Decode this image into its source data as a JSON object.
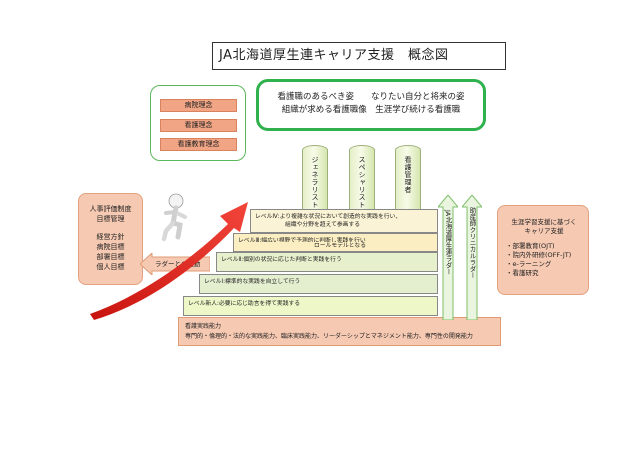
{
  "title": "JA北海道厚生連キャリア支援　概念図",
  "philosophies": [
    "病院理念",
    "看護理念",
    "看護教育理念"
  ],
  "vision": {
    "line1": "看護職のあるべき姿　　なりたい自分と将来の姿",
    "line2": "組織が求める看護職像　生涯学び続ける看護職"
  },
  "specialists": [
    "ジェネラリスト",
    "スペシャリスト",
    "看護管理者"
  ],
  "personnel": {
    "line1": "人事評価制度",
    "line2": "目標管理",
    "line3": "経営方針",
    "line4": "病院目標",
    "line5": "部署目標",
    "line6": "個人目標"
  },
  "ladder_link": "ラダーとの連動",
  "levels": {
    "lv4a": "レベルⅣ:より複雑な状況において創造的な実践を行い、",
    "lv4b": "組織や分野を超えて参画する",
    "lv3a": "レベルⅢ:幅広い視野で予測的に判断し実践を行い",
    "lv3b": "ロールモデルとなる",
    "lv2": "レベルⅡ:個別の状況に応じた判断と実践を行う",
    "lv1": "レベルⅠ:標準的な実践を自立して行う",
    "lv0": "レベル新人:必要に応じ助言を得て実践する"
  },
  "ladders": [
    "JA北海道厚生連ラダー",
    "助産師クリニカルラダー"
  ],
  "training": {
    "head1": "生涯学習支援に基づく",
    "head2": "キャリア支援",
    "items": [
      "・部署教育(OJT)",
      "・院内外研修(OFF-JT)",
      "・e-ラーニング",
      "・看護研究"
    ]
  },
  "competence": {
    "title": "看護実践能力",
    "detail": "専門的・倫理的・法的な実践能力、臨床実践能力、リーダーシップとマネジメント能力、専門性の開発能力"
  },
  "colors": {
    "green": "#2fb24d",
    "salmon": "#f2a585",
    "peach": "#f6c9b2",
    "red_arrow": "#e8261c"
  },
  "icons": [
    "climbing-figure-icon",
    "red-curved-arrow-icon",
    "left-arrow-icon"
  ]
}
